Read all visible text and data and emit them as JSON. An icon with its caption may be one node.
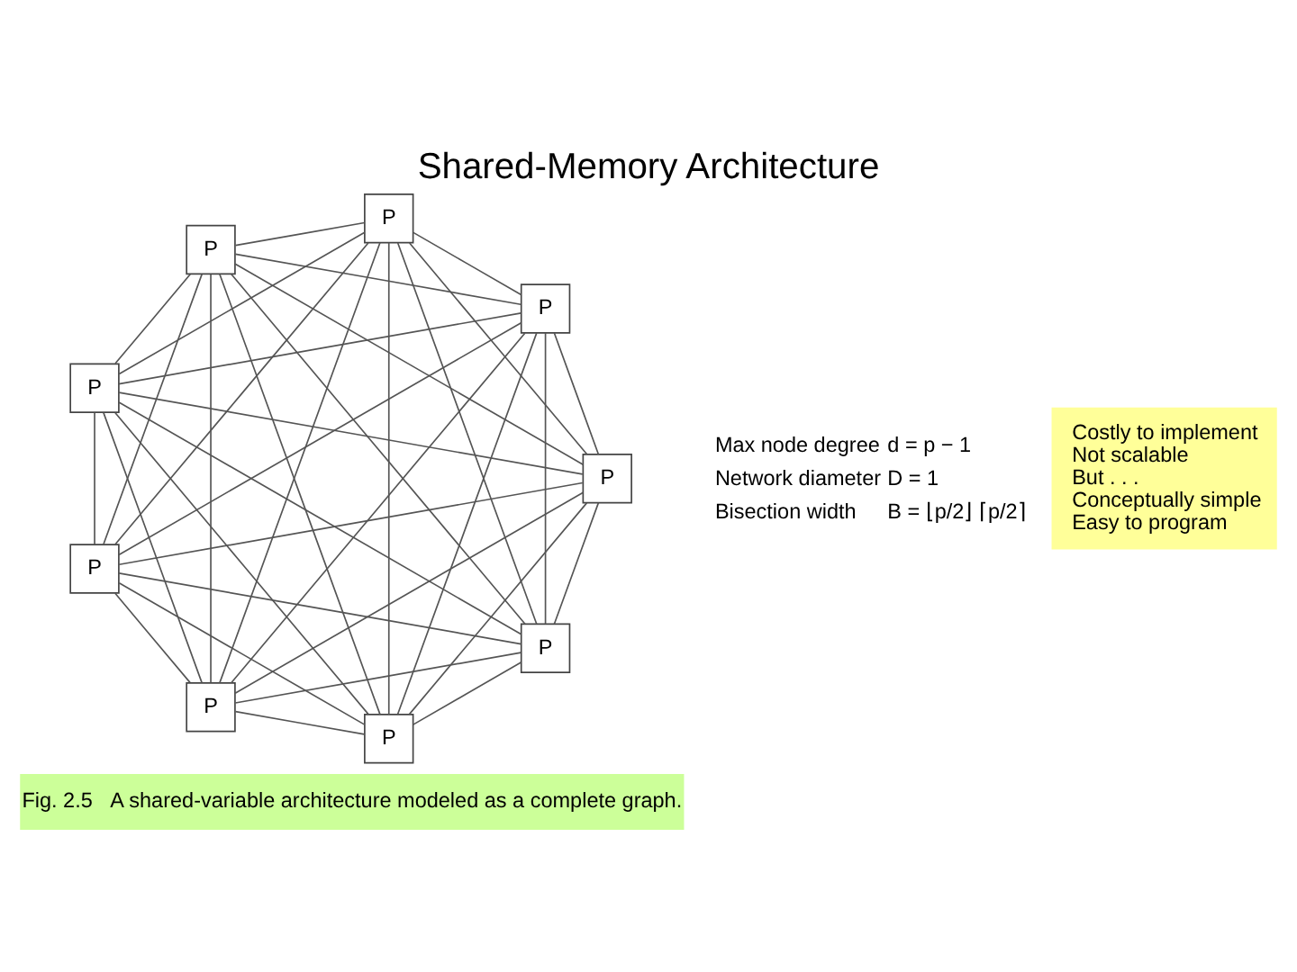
{
  "diagram": {
    "title": "Shared-Memory Architecture",
    "caption": "Fig. 2.5   A shared-variable architecture modeled as a complete graph.",
    "nodes": [
      {
        "text": [
          "P"
        ]
      },
      {
        "text": [
          "P"
        ]
      },
      {
        "text": [
          "P"
        ]
      },
      {
        "text": [
          "P"
        ]
      },
      {
        "text": [
          "P"
        ]
      },
      {
        "text": [
          "P"
        ]
      },
      {
        "text": [
          "P"
        ]
      },
      {
        "text": [
          "P"
        ]
      },
      {
        "text": [
          "P"
        ]
      },
      {
        "text": [
          "Costly to implement",
          "Not scalable",
          "But . . .",
          "Conceptually simple",
          "Easy to program"
        ]
      }
    ],
    "edges": [
      {
        "from": 0,
        "to": 1,
        "arrow": "none"
      },
      {
        "from": 0,
        "to": 2,
        "arrow": "none"
      },
      {
        "from": 0,
        "to": 3,
        "arrow": "none"
      },
      {
        "from": 0,
        "to": 4,
        "arrow": "none"
      },
      {
        "from": 0,
        "to": 5,
        "arrow": "none"
      },
      {
        "from": 0,
        "to": 6,
        "arrow": "none"
      },
      {
        "from": 0,
        "to": 7,
        "arrow": "none"
      },
      {
        "from": 0,
        "to": 8,
        "arrow": "none"
      },
      {
        "from": 1,
        "to": 2,
        "arrow": "none"
      },
      {
        "from": 1,
        "to": 3,
        "arrow": "none"
      },
      {
        "from": 1,
        "to": 4,
        "arrow": "none"
      },
      {
        "from": 1,
        "to": 5,
        "arrow": "none"
      },
      {
        "from": 1,
        "to": 6,
        "arrow": "none"
      },
      {
        "from": 1,
        "to": 7,
        "arrow": "none"
      },
      {
        "from": 1,
        "to": 8,
        "arrow": "none"
      },
      {
        "from": 2,
        "to": 3,
        "arrow": "none"
      },
      {
        "from": 2,
        "to": 4,
        "arrow": "none"
      },
      {
        "from": 2,
        "to": 5,
        "arrow": "none"
      },
      {
        "from": 2,
        "to": 6,
        "arrow": "none"
      },
      {
        "from": 2,
        "to": 7,
        "arrow": "none"
      },
      {
        "from": 2,
        "to": 8,
        "arrow": "none"
      },
      {
        "from": 3,
        "to": 4,
        "arrow": "none"
      },
      {
        "from": 3,
        "to": 5,
        "arrow": "none"
      },
      {
        "from": 3,
        "to": 6,
        "arrow": "none"
      },
      {
        "from": 3,
        "to": 7,
        "arrow": "none"
      },
      {
        "from": 3,
        "to": 8,
        "arrow": "none"
      },
      {
        "from": 4,
        "to": 5,
        "arrow": "none"
      },
      {
        "from": 4,
        "to": 6,
        "arrow": "none"
      },
      {
        "from": 4,
        "to": 7,
        "arrow": "none"
      },
      {
        "from": 4,
        "to": 8,
        "arrow": "none"
      },
      {
        "from": 5,
        "to": 6,
        "arrow": "none"
      },
      {
        "from": 5,
        "to": 7,
        "arrow": "none"
      },
      {
        "from": 5,
        "to": 8,
        "arrow": "none"
      },
      {
        "from": 6,
        "to": 7,
        "arrow": "none"
      },
      {
        "from": 6,
        "to": 8,
        "arrow": "none"
      },
      {
        "from": 7,
        "to": 8,
        "arrow": "none"
      }
    ],
    "labels": [
      "Max node degree",
      "d = p − 1",
      "Network diameter",
      "D = 1",
      "Bisection width",
      "B = ⌊p/2⌋ ⌈p/2⌉"
    ]
  }
}
